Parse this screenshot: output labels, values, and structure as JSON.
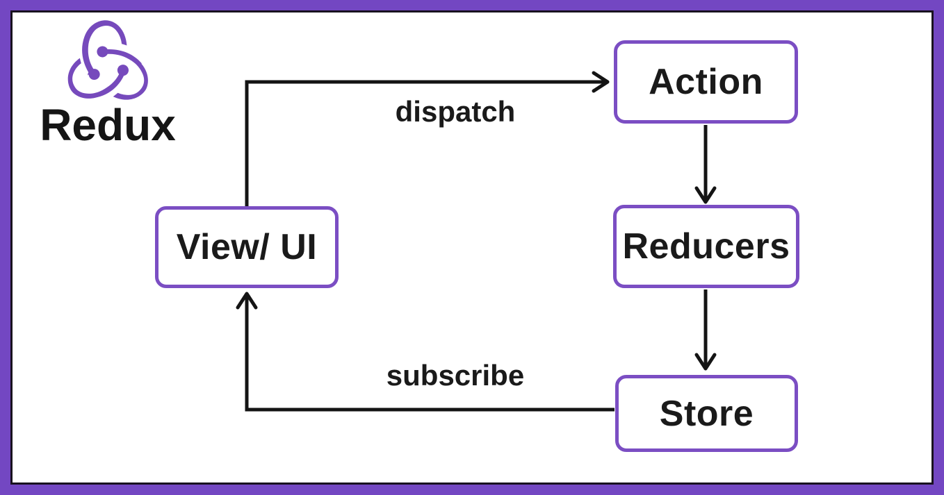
{
  "logo": {
    "wordmark": "Redux",
    "icon": "redux-knot-icon"
  },
  "nodes": [
    {
      "id": "action",
      "label": "Action"
    },
    {
      "id": "view-ui",
      "label": "View/ UI"
    },
    {
      "id": "reducers",
      "label": "Reducers"
    },
    {
      "id": "store",
      "label": "Store"
    }
  ],
  "edges": [
    {
      "from": "view-ui",
      "to": "action",
      "label": "dispatch"
    },
    {
      "from": "action",
      "to": "reducers",
      "label": ""
    },
    {
      "from": "reducers",
      "to": "store",
      "label": ""
    },
    {
      "from": "store",
      "to": "view-ui",
      "label": "subscribe"
    }
  ],
  "colors": {
    "frame": "#7347c2",
    "node_border": "#7b4ec3",
    "logo": "#764abc",
    "line": "#141414",
    "background": "#ffffff",
    "text": "#1a1a1a",
    "inner_border": "#18121f"
  }
}
